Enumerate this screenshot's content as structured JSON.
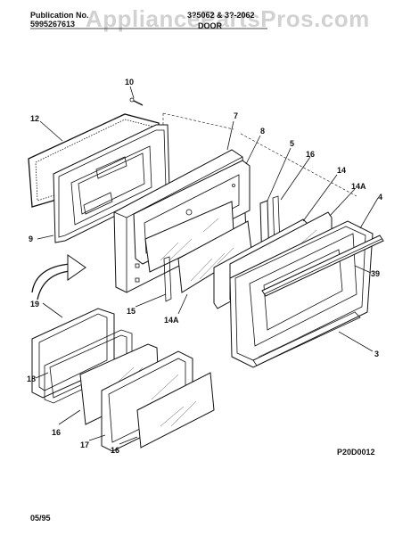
{
  "header": {
    "publication_label": "Publication No.",
    "publication_number": "5995267613",
    "model_text": "3?5062 & 3?-2062",
    "section_title": "DOOR"
  },
  "watermark": "AppliancePartsPros.com",
  "diagram_code": "P20D0012",
  "date_code": "05/95",
  "callouts": [
    {
      "id": "c10",
      "text": "10"
    },
    {
      "id": "c12",
      "text": "12"
    },
    {
      "id": "c7",
      "text": "7"
    },
    {
      "id": "c8",
      "text": "8"
    },
    {
      "id": "c5",
      "text": "5"
    },
    {
      "id": "c16a",
      "text": "16"
    },
    {
      "id": "c14",
      "text": "14"
    },
    {
      "id": "c14Aa",
      "text": "14A"
    },
    {
      "id": "c4",
      "text": "4"
    },
    {
      "id": "c9",
      "text": "9"
    },
    {
      "id": "c39",
      "text": "39"
    },
    {
      "id": "c15",
      "text": "15"
    },
    {
      "id": "c14Ab",
      "text": "14A"
    },
    {
      "id": "c19",
      "text": "19"
    },
    {
      "id": "c3",
      "text": "3"
    },
    {
      "id": "c18",
      "text": "18"
    },
    {
      "id": "c16b",
      "text": "16"
    },
    {
      "id": "c17",
      "text": "17"
    },
    {
      "id": "c16c",
      "text": "16"
    }
  ]
}
